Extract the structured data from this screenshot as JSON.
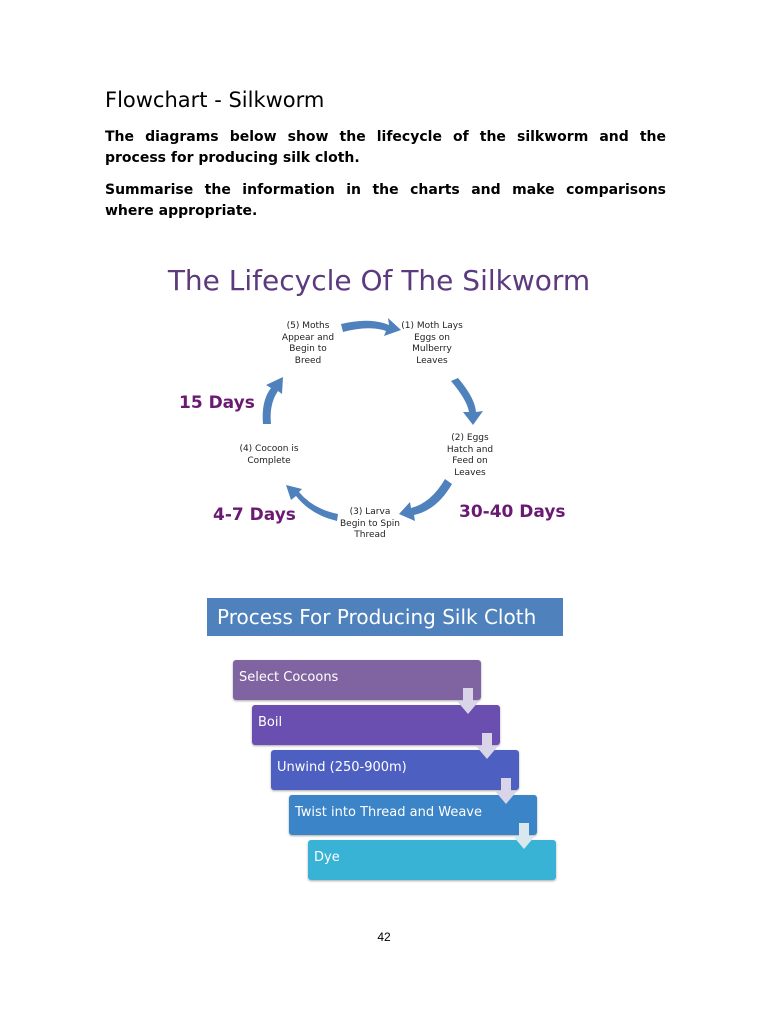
{
  "document": {
    "title": "Flowchart - Silkworm",
    "intro_1": "The diagrams below show the lifecycle of the silkworm and the process for producing silk cloth.",
    "intro_2": "Summarise the information in the charts and make comparisons where appropriate.",
    "page_number": "42"
  },
  "lifecycle": {
    "title": "The Lifecycle Of The Silkworm",
    "arrow_color": "#4f81bd",
    "stages": [
      "(1) Moth Lays Eggs on Mulberry Leaves",
      "(2) Eggs Hatch and Feed on Leaves",
      "(3) Larva Begin to Spin Thread",
      "(4) Cocoon is Complete",
      "(5) Moths Appear and Begin to Breed"
    ],
    "durations": [
      "30-40 Days",
      "4-7 Days",
      "15 Days"
    ]
  },
  "process": {
    "title": "Process For Producing Silk Cloth",
    "header_color": "#4f81bd",
    "steps": [
      {
        "label": "Select Cocoons",
        "color": "#8064a2"
      },
      {
        "label": "Boil",
        "color": "#6a4fb0"
      },
      {
        "label": "Unwind (250-900m)",
        "color": "#4d5fc0"
      },
      {
        "label": "Twist into Thread and Weave",
        "color": "#3b84c8"
      },
      {
        "label": "Dye",
        "color": "#38b3d6"
      }
    ]
  }
}
